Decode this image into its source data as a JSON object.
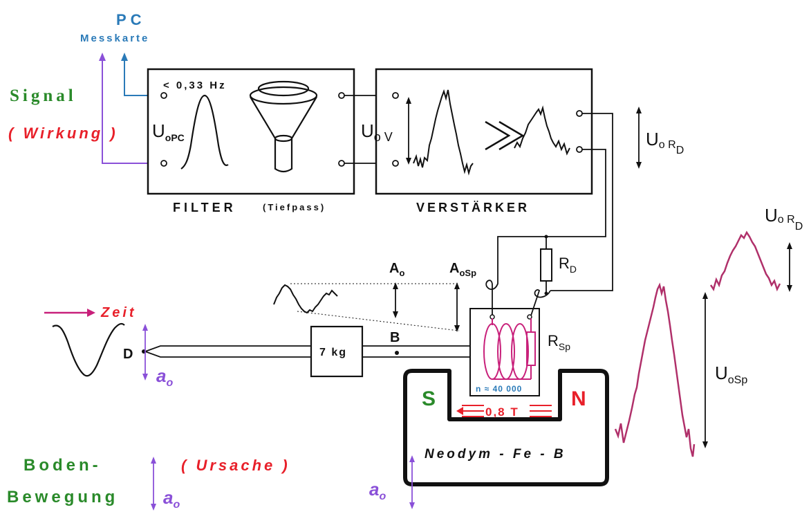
{
  "labels": {
    "pc": "PC",
    "messkarte": "Messkarte",
    "signal": "Signal",
    "wirkung": "( Wirkung )",
    "filter_freq": "< 0,33 Hz",
    "u_opc_main": "U",
    "u_opc_sub": "oPC",
    "u_ov_main": "U",
    "u_ov_sub": "o V",
    "filter": "FILTER",
    "tiefpass": "(Tiefpass)",
    "verstaerker": "VERSTÄRKER",
    "u_ord_main": "U",
    "u_ord_sub": "o R",
    "u_ord_subsub": "D",
    "u_ord2_main": "U",
    "u_ord2_sub": "o R",
    "u_ord2_subsub": "D",
    "a_o_main": "A",
    "a_o_sub": "o",
    "a_osp_main": "A",
    "a_osp_sub": "oSp",
    "r_d_main": "R",
    "r_d_sub": "D",
    "r_sp_main": "R",
    "r_sp_sub": "Sp",
    "zeit": "Zeit",
    "d": "D",
    "b": "B",
    "mass": "7 kg",
    "windings": "n ≈ 40 000",
    "field": "0,8 T",
    "pole_s": "S",
    "pole_n": "N",
    "magnet": "Neodym - Fe - B",
    "u_osp_main": "U",
    "u_osp_sub": "oSp",
    "a_o_left_main": "a",
    "a_o_left_sub": "o",
    "a_o_bottom_main": "a",
    "a_o_bottom_sub": "o",
    "a_o_mid_main": "a",
    "a_o_mid_sub": "o",
    "boden": "Boden-",
    "bewegung": "Bewegung",
    "ursache": "( Ursache )"
  },
  "colors": {
    "green": "#2a8a2a",
    "red": "#e8202a",
    "blue": "#2a7ab8",
    "purple": "#8a50d8",
    "magenta": "#c8207a",
    "dark_magenta": "#b0306a",
    "black": "#111111"
  }
}
